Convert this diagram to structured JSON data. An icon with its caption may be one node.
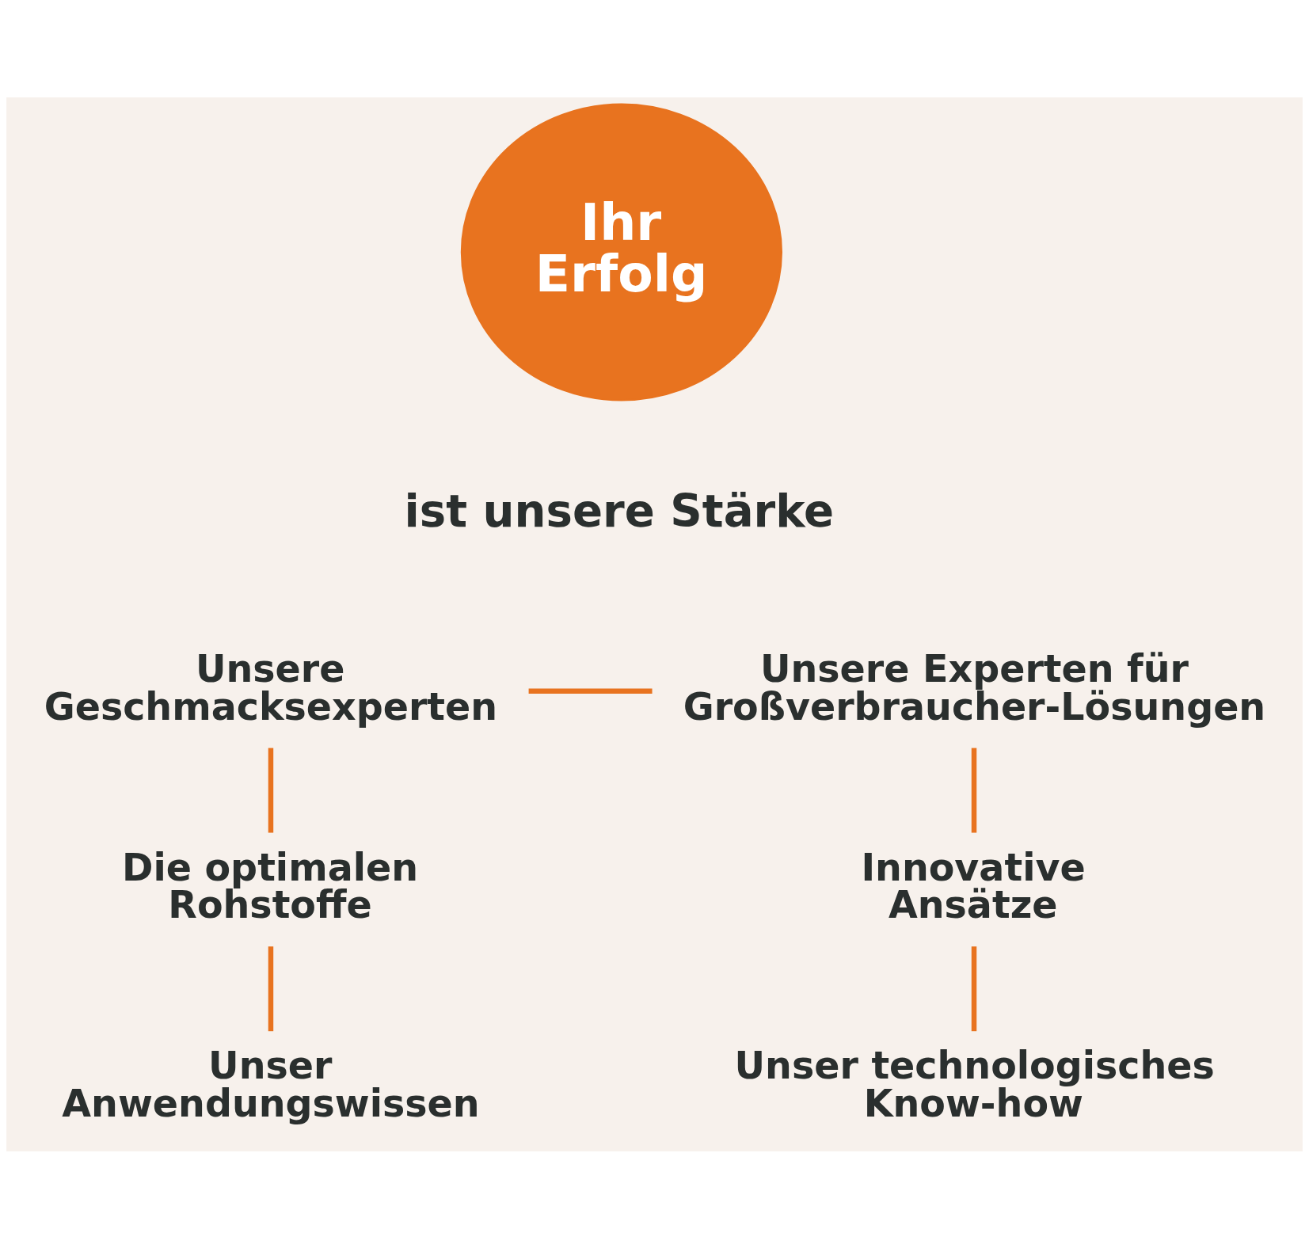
{
  "diagram": {
    "nodes": [
      {
        "text": [
          "Ihr Erfolg"
        ],
        "beside": [
          "ist unsere Stärke"
        ]
      },
      {
        "text": [
          "Unsere Geschmacksexperten"
        ]
      },
      {
        "text": [
          "Unsere Experten für Großverbraucher-Lösungen"
        ]
      },
      {
        "text": [
          "Die optimalen Rohstoffe"
        ]
      },
      {
        "text": [
          "Innovative Ansätze"
        ]
      },
      {
        "text": [
          "Unser Anwendungswissen"
        ]
      },
      {
        "text": [
          "Unser technologisches Know-how"
        ]
      }
    ],
    "edges": [
      {
        "from": 1,
        "to": 2,
        "arrow": "none"
      },
      {
        "from": 1,
        "to": 3,
        "arrow": "none"
      },
      {
        "from": 3,
        "to": 5,
        "arrow": "none"
      },
      {
        "from": 2,
        "to": 4,
        "arrow": "none"
      },
      {
        "from": 4,
        "to": 6,
        "arrow": "none"
      }
    ]
  }
}
